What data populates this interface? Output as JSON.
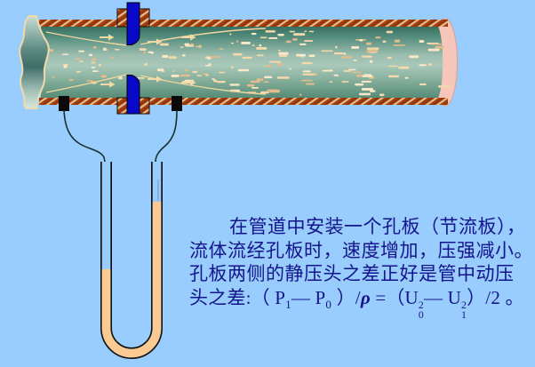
{
  "caption": {
    "lines": [
      "在管道中安装一个孔板（节流板），",
      "流体流经孔板时，速度增加，压强减小。",
      "孔板两侧的静压头之差正好是管中动压"
    ],
    "formula_parts": [
      {
        "text": "头之差:（ P"
      },
      {
        "sub": "1"
      },
      {
        "text": "— P"
      },
      {
        "sub": "0"
      },
      {
        "text": " ）/"
      },
      {
        "rho": "ρ"
      },
      {
        "text": " =（U"
      },
      {
        "supsub": [
          "2",
          "0"
        ]
      },
      {
        "text": "— U"
      },
      {
        "supsub": [
          "2",
          "1"
        ]
      },
      {
        "text": "）/2 。"
      }
    ]
  },
  "colors": {
    "background": "#99CCFF",
    "pipe_wall_brown": "#A8400E",
    "hatch_line": "#E2C49B",
    "fluid_dark": "#3A7264",
    "fluid_light": "#A9C8BA",
    "orifice_plate_blue": "#0808C8",
    "pressure_tap_black": "#0A0A0A",
    "manometer_fluid_peach": "#FBC992",
    "flow_mark_cream": "#F2D9A8",
    "pipe_end_rim_pink": "#F6C6BA",
    "caption_text_navy": "#14148C"
  }
}
